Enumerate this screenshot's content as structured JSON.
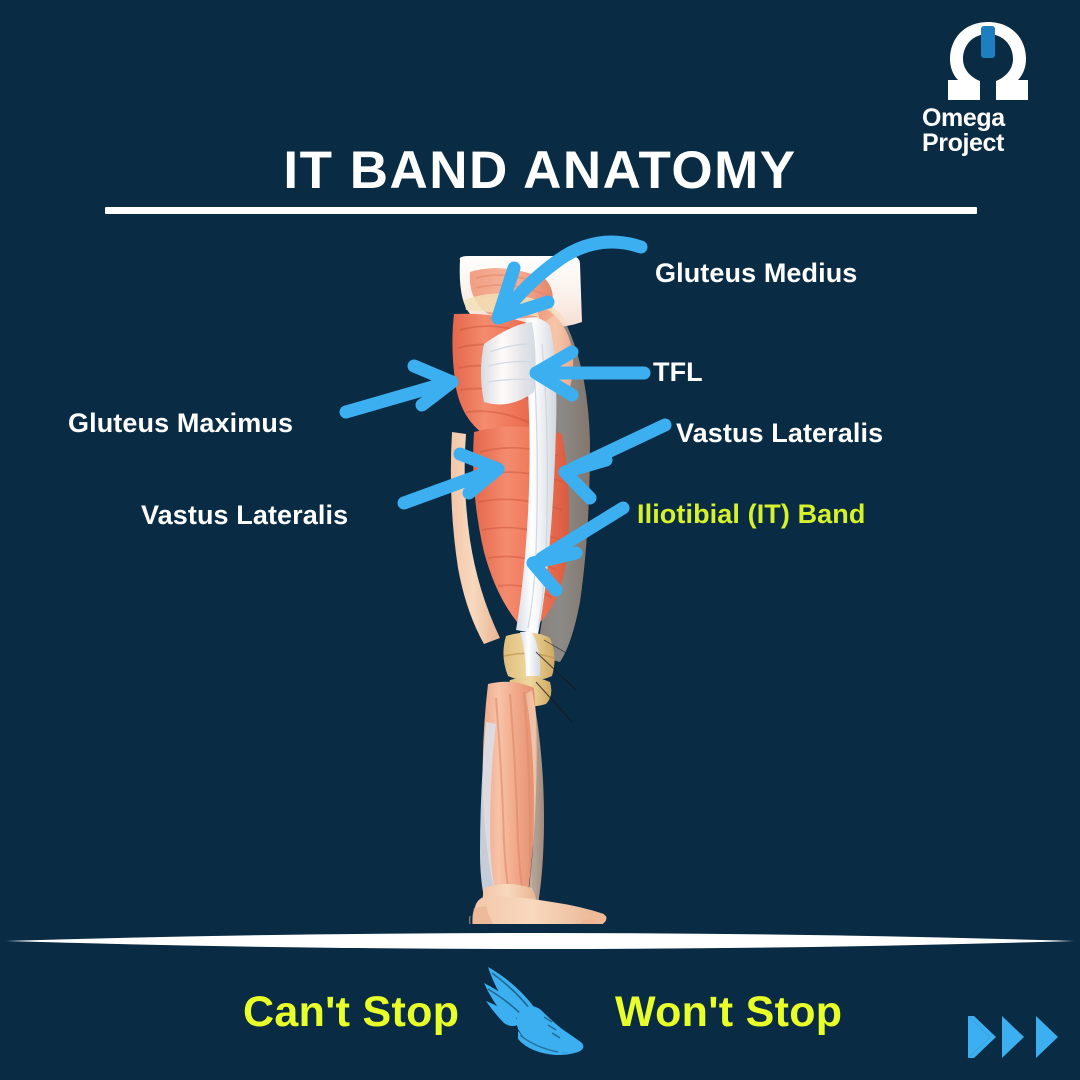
{
  "theme": {
    "background": "#092B44",
    "arrow_blue": "#3CAFF0",
    "accent_yellow": "#D7F22B",
    "footer_yellow": "#E8FF29",
    "white": "#FFFFFF",
    "logo_blue": "#1E7FC0"
  },
  "brand": {
    "logo_icon": "omega-power-symbol",
    "name_line1": "Omega",
    "name_line2": "Project"
  },
  "header": {
    "title": "IT BAND ANATOMY"
  },
  "illustration": {
    "name": "lateral-leg-anatomy-diagram",
    "description": "Lateral view of right leg showing hip, thigh, knee, lower leg and foot musculature with the iliotibial band"
  },
  "labels": [
    {
      "id": "gluteus-medius",
      "text": "Gluteus Medius",
      "color": "#FFFFFF",
      "side": "right",
      "arrow": "curved-down-left"
    },
    {
      "id": "tfl",
      "text": "TFL",
      "color": "#FFFFFF",
      "side": "right",
      "arrow": "straight-left"
    },
    {
      "id": "vastus-lateralis-right",
      "text": "Vastus Lateralis",
      "color": "#FFFFFF",
      "side": "right",
      "arrow": "diagonal-down-left"
    },
    {
      "id": "iliotibial-band",
      "text": "Iliotibial (IT) Band",
      "color": "#D7F22B",
      "side": "right",
      "arrow": "diagonal-down-left"
    },
    {
      "id": "gluteus-maximus",
      "text": "Gluteus Maximus",
      "color": "#FFFFFF",
      "side": "left",
      "arrow": "diagonal-up-right"
    },
    {
      "id": "vastus-lateralis-left",
      "text": "Vastus Lateralis",
      "color": "#FFFFFF",
      "side": "left",
      "arrow": "diagonal-up-right"
    }
  ],
  "footer": {
    "left_text": "Can't Stop",
    "right_text": "Won't Stop",
    "shoe_icon": "winged-running-shoe",
    "chevron_icon": "triple-chevron-right",
    "chevron_count": 3,
    "divider": "tapered-lens-rule"
  }
}
